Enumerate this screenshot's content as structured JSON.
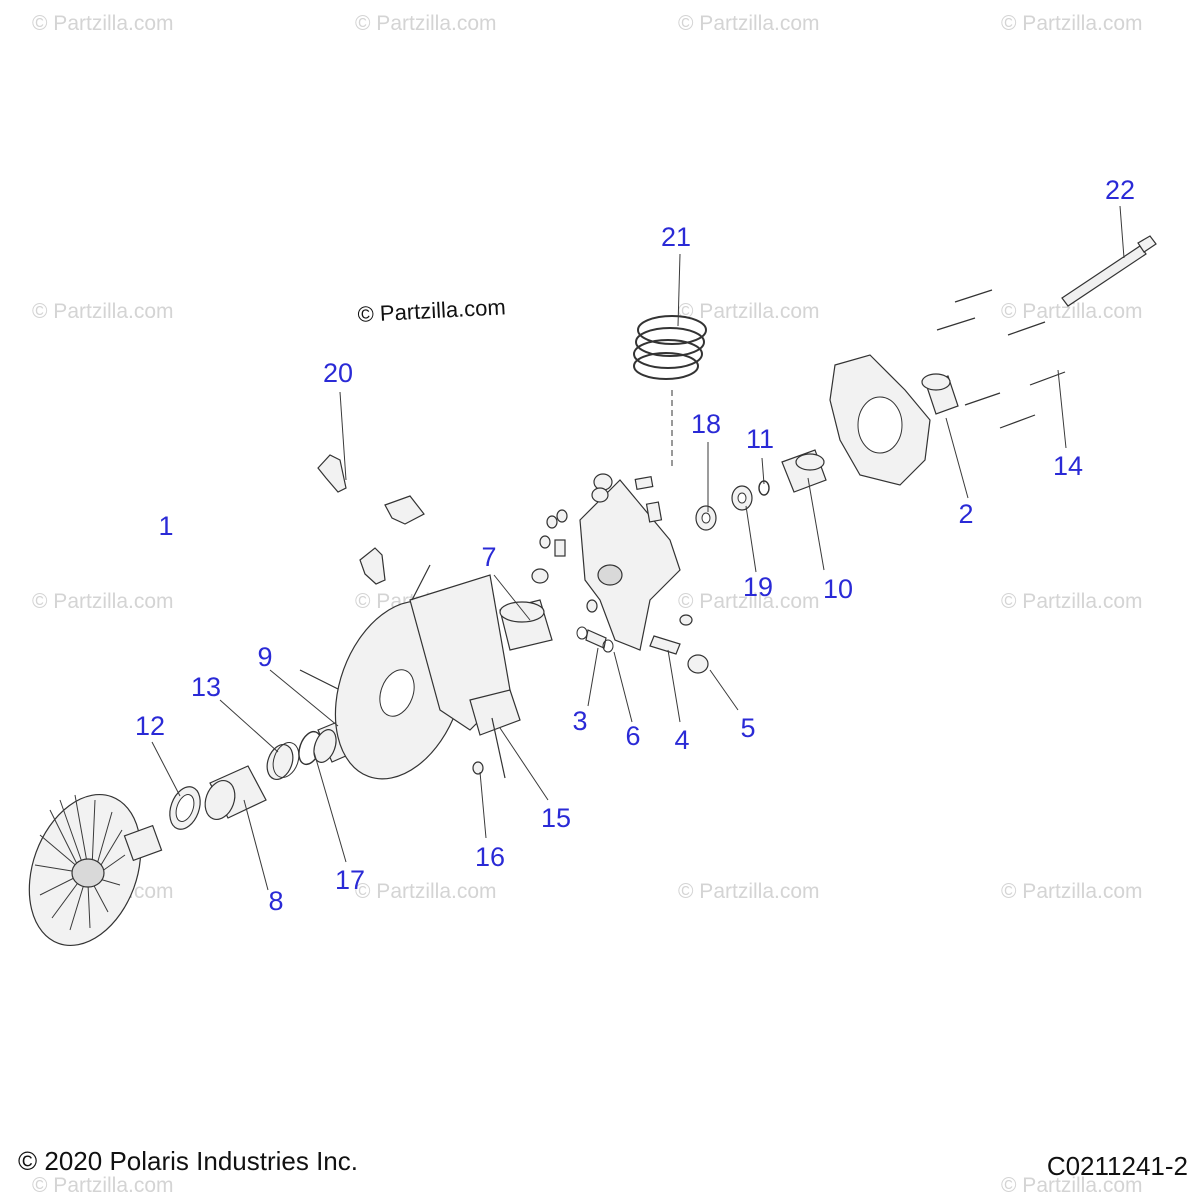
{
  "watermark": {
    "text": "© Partzilla.com"
  },
  "diagram_copyright": "© Partzilla.com",
  "footer": {
    "copyright": "© 2020 Polaris Industries Inc.",
    "diagram_code": "C0211241-2"
  },
  "callouts": [
    "1",
    "2",
    "3",
    "4",
    "5",
    "6",
    "7",
    "8",
    "9",
    "10",
    "11",
    "12",
    "13",
    "14",
    "15",
    "16",
    "17",
    "18",
    "19",
    "20",
    "21",
    "22"
  ]
}
